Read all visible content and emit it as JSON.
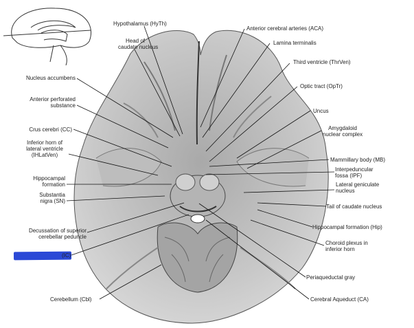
{
  "labels": {
    "hypothalamus": "Hypothalamus (HyTh)",
    "head_caudate_1": "Head of",
    "head_caudate_2": "caudate nucleus",
    "aca": "Anterior cerebral arteries (ACA)",
    "lamina": "Lamina terminalis",
    "third_ventricle": "Third ventricle (ThrVen)",
    "optic_tract": "Optic tract (OpTr)",
    "nucleus_accumbens": "Nucleus accumbens",
    "ant_perf_1": "Anterior perforated",
    "ant_perf_2": "substance",
    "uncus": "Uncus",
    "amygdaloid_1": "Amygdaloid",
    "amygdaloid_2": "nuclear complex",
    "crus_cerebri": "Crus cerebri (CC)",
    "inf_horn_1": "Inferior horn of",
    "inf_horn_2": "lateral ventricle",
    "inf_horn_3": "(IHLatVen)",
    "mammillary": "Mammillary body (MB)",
    "ipf_1": "Interpeduncular",
    "ipf_2": "fossa (IPF)",
    "hippo_left_1": "Hippocampal",
    "hippo_left_2": "formation",
    "lgn_1": "Lateral geniculate",
    "lgn_2": "nucleus",
    "substantia_1": "Substantia",
    "substantia_2": "nigra (SN)",
    "tail_caudate": "Tail of caudate nucleus",
    "decussation_1": "Decussation of superior",
    "decussation_2": "cerebellar peduncle",
    "hippo_right": "Hippocampal formation (Hip)",
    "inferior_colliculus": "(IC)",
    "choroid_1": "Choroid plexus in",
    "choroid_2": "inferior horn",
    "periaqueductal": "Periaqueductal gray",
    "cerebellum": "Cerebellum (Cbl)",
    "aqueduct": "Cerebral Aqueduct (CA)"
  },
  "colors": {
    "highlight": "#2b49d6",
    "leader": "#111111",
    "tissue_light": "#cfcfcf",
    "tissue_dark": "#8a8a8a"
  }
}
